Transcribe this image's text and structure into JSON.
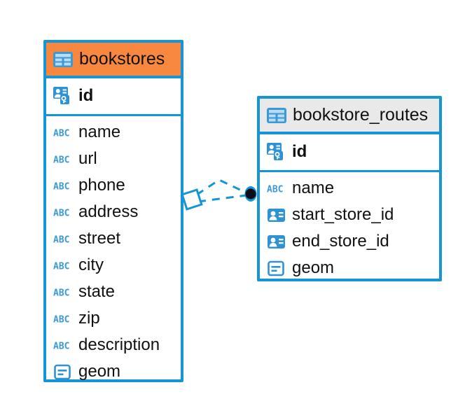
{
  "diagram": {
    "type": "entity-relationship-diagram",
    "background_color": "#ffffff",
    "accent_color": "#1595d6",
    "highlight_header_color": "#f8873f",
    "plain_header_color": "#e9e9e9",
    "text_color": "#111111"
  },
  "entities": [
    {
      "name": "bookstores",
      "header_style": "orange",
      "table_icon": "table-icon",
      "primary_key": {
        "label": "id",
        "icon": "primary-key-icon"
      },
      "fields": [
        {
          "label": "name",
          "icon": "abc-text-icon"
        },
        {
          "label": "url",
          "icon": "abc-text-icon"
        },
        {
          "label": "phone",
          "icon": "abc-text-icon"
        },
        {
          "label": "address",
          "icon": "abc-text-icon"
        },
        {
          "label": "street",
          "icon": "abc-text-icon"
        },
        {
          "label": "city",
          "icon": "abc-text-icon"
        },
        {
          "label": "state",
          "icon": "abc-text-icon"
        },
        {
          "label": "zip",
          "icon": "abc-text-icon"
        },
        {
          "label": "description",
          "icon": "abc-text-icon"
        },
        {
          "label": "geom",
          "icon": "geometry-icon"
        }
      ]
    },
    {
      "name": "bookstore_routes",
      "header_style": "grey",
      "table_icon": "table-icon",
      "primary_key": {
        "label": "id",
        "icon": "primary-key-icon"
      },
      "fields": [
        {
          "label": "name",
          "icon": "abc-text-icon"
        },
        {
          "label": "start_store_id",
          "icon": "foreign-key-icon"
        },
        {
          "label": "end_store_id",
          "icon": "foreign-key-icon"
        },
        {
          "label": "geom",
          "icon": "geometry-icon"
        }
      ]
    }
  ],
  "relationship": {
    "source_entity": "bookstores",
    "target_entity": "bookstore_routes",
    "source_marker": "diamond-outline",
    "target_marker": "filled-circle",
    "line_style": "dashed",
    "line_color": "#1595d6"
  }
}
